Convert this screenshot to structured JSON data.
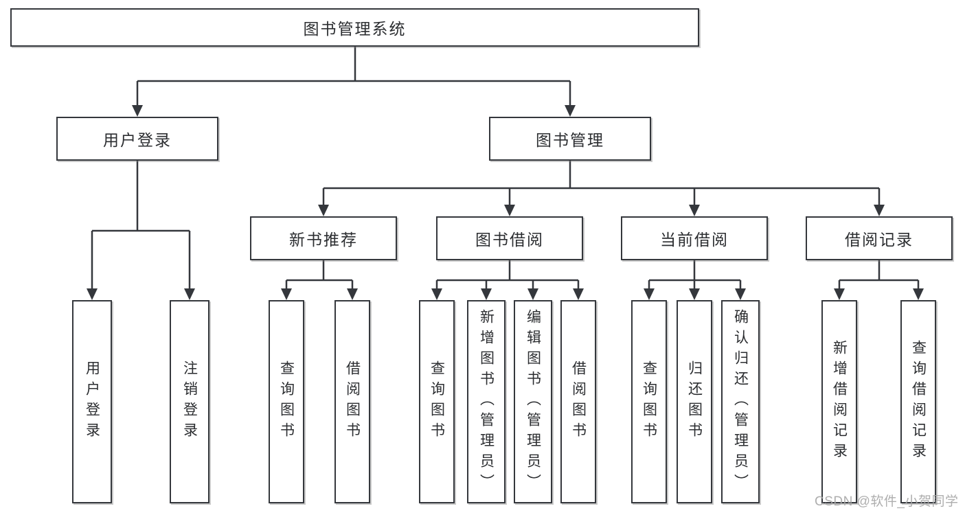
{
  "diagram": {
    "title": "图书管理系统",
    "nodes": {
      "root": "图书管理系统",
      "login_group": "用户登录",
      "book_mgmt": "图书管理",
      "user_login": "用户登录",
      "logout": "注销登录",
      "new_book_rec": "新书推荐",
      "book_borrow": "图书借阅",
      "current_borrow": "当前借阅",
      "borrow_record": "借阅记录",
      "query_book_rec": "查询图书",
      "borrow_book_rec": "借阅图书",
      "query_book_borrow": "查询图书",
      "add_book": "新增图书（管理员）",
      "edit_book": "编辑图书（管理员）",
      "borrow_book": "借阅图书",
      "query_book_current": "查询图书",
      "return_book": "归还图书",
      "confirm_return": "确认归还（管理员）",
      "add_borrow_record": "新增借阅记录",
      "query_borrow_record": "查询借阅记录"
    },
    "structure": {
      "root": [
        "login_group",
        "book_mgmt"
      ],
      "login_group": [
        "user_login",
        "logout"
      ],
      "book_mgmt": [
        "new_book_rec",
        "book_borrow",
        "current_borrow",
        "borrow_record"
      ],
      "new_book_rec": [
        "query_book_rec",
        "borrow_book_rec"
      ],
      "book_borrow": [
        "query_book_borrow",
        "add_book",
        "edit_book",
        "borrow_book"
      ],
      "current_borrow": [
        "query_book_current",
        "return_book",
        "confirm_return"
      ],
      "borrow_record": [
        "add_borrow_record",
        "query_borrow_record"
      ]
    }
  },
  "watermark": "CSDN @软件_小贺同学",
  "colors": {
    "line": "#34373c",
    "border": "#34373c",
    "text": "#2b2d30",
    "watermark": "#a8a8a8",
    "background": "#ffffff"
  }
}
